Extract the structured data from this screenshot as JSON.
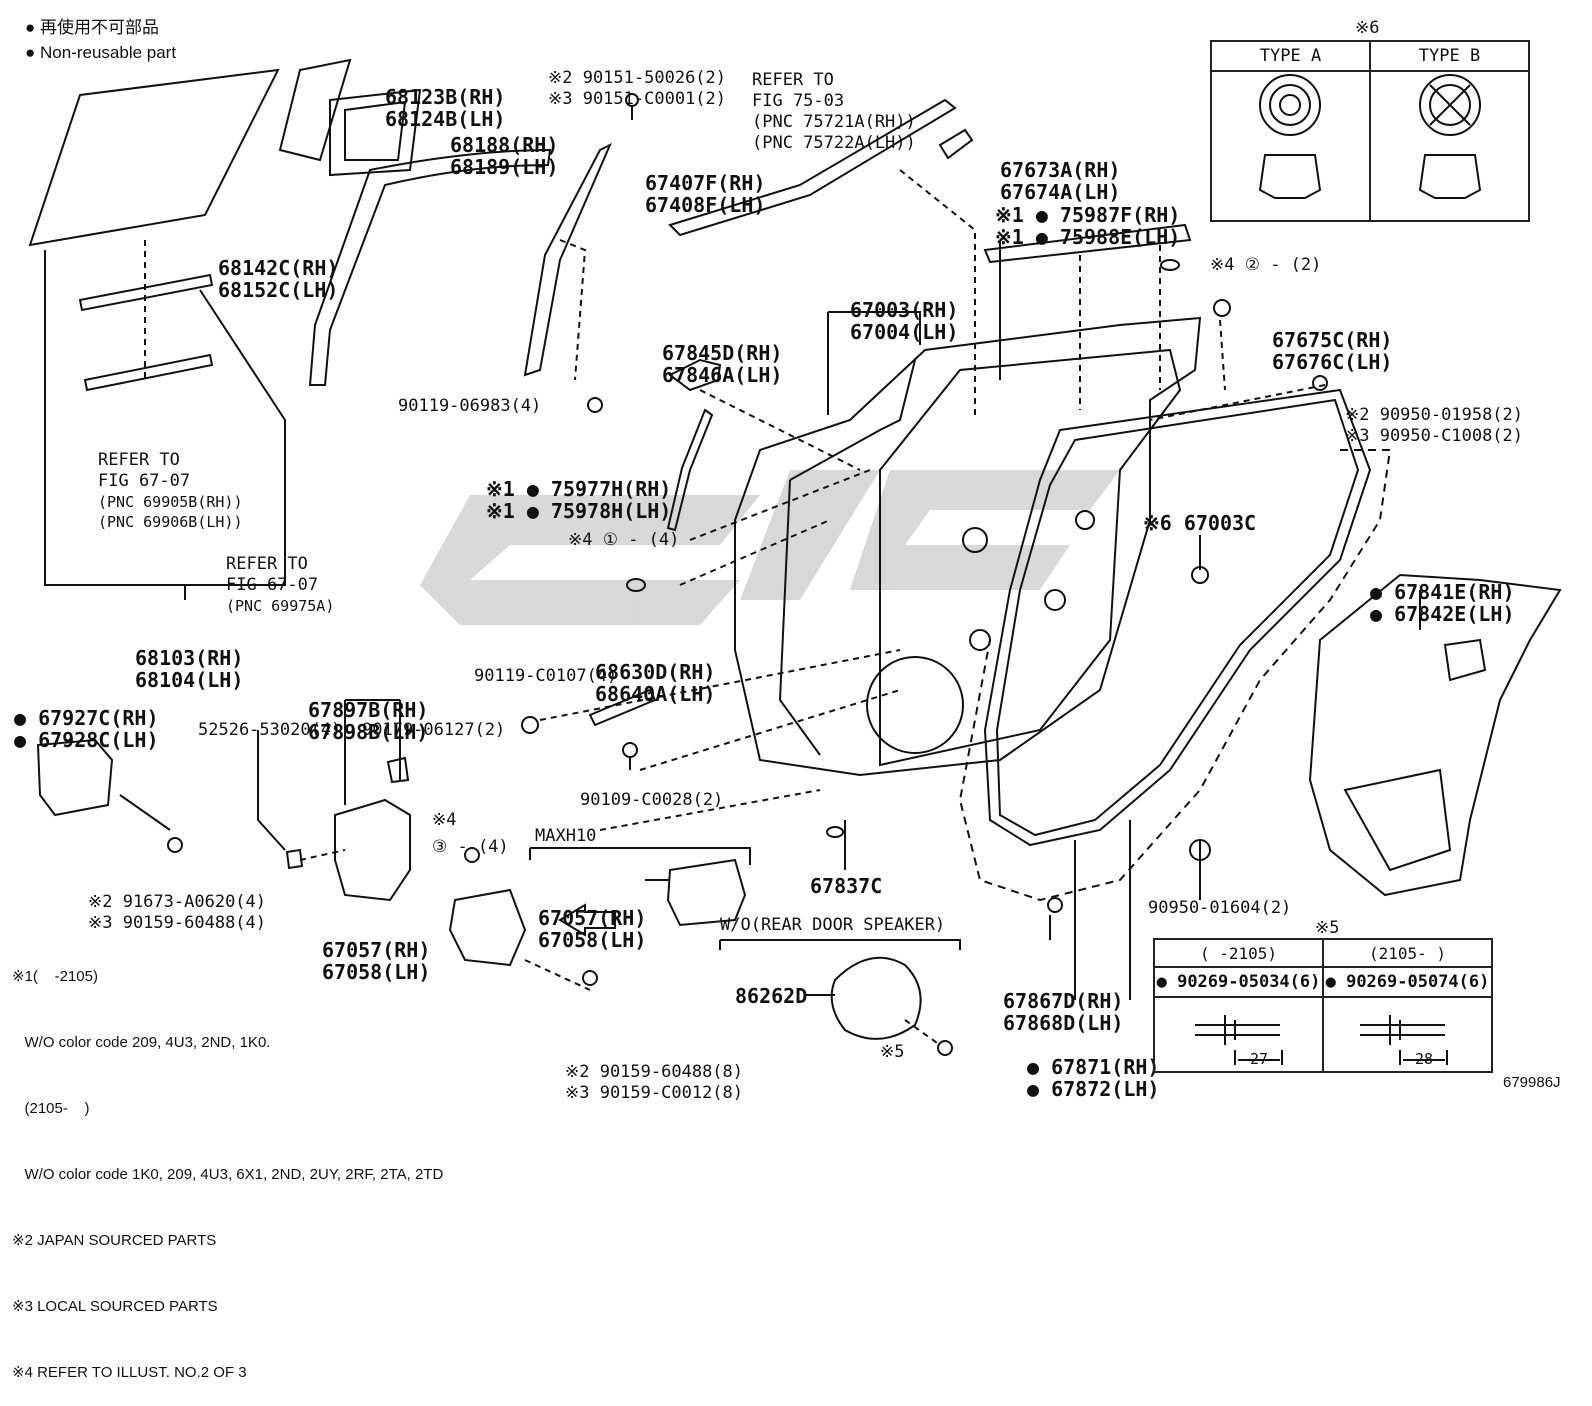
{
  "legend": {
    "jp": "● 再使用不可部品",
    "en": "● Non-reusable part"
  },
  "labels": {
    "p68123": [
      "68123B(RH)",
      "68124B(LH)"
    ],
    "p68188": [
      "68188(RH)",
      "68189(LH)"
    ],
    "p68142": [
      "68142C(RH)",
      "68152C(LH)"
    ],
    "ref6907": [
      "REFER TO",
      "FIG 67-07",
      "(PNC 69905B(RH))",
      "(PNC 69906B(LH))"
    ],
    "ref69975": [
      "REFER TO",
      "FIG 67-07",
      "(PNC 69975A)"
    ],
    "p68103": [
      "68103(RH)",
      "68104(LH)"
    ],
    "p90151": [
      "※2 90151-50026(2)",
      "※3 90151-C0001(2)"
    ],
    "ref7503": [
      "REFER TO",
      "FIG 75-03",
      "(PNC 75721A(RH))",
      "(PNC 75722A(LH))"
    ],
    "p67407": [
      "67407F(RH)",
      "67408F(LH)"
    ],
    "p67673": [
      "67673A(RH)",
      "67674A(LH)"
    ],
    "p75987": [
      "※1 ● 75987F(RH)",
      "※1 ● 75988E(LH)"
    ],
    "note4_2": "※4 ② - (2)",
    "p67003": [
      "67003(RH)",
      "67004(LH)"
    ],
    "p67675": [
      "67675C(RH)",
      "67676C(LH)"
    ],
    "p67845": [
      "67845D(RH)",
      "67846A(LH)"
    ],
    "p90950a": [
      "※2 90950-01958(2)",
      "※3 90950-C1008(2)"
    ],
    "p90119a": "90119-06983(4)",
    "p75977": [
      "※1 ● 75977H(RH)",
      "※1 ● 75978H(LH)"
    ],
    "note4_1": "※4 ① - (4)",
    "p67003c": "※6 67003C",
    "p67841": [
      "● 67841E(RH)",
      "● 67842E(LH)"
    ],
    "p68630": [
      "68630D(RH)",
      "68640A(LH)"
    ],
    "p67927": [
      "● 67927C(RH)",
      "● 67928C(LH)"
    ],
    "p67897": [
      "67897B(RH)",
      "67898B(LH)"
    ],
    "p90119b": "90119-C0107(4)",
    "p52526": "52526-53020(4)",
    "p90179": "90179-06127(2)",
    "p90109": "90109-C0028(2)",
    "note4_3": [
      "※4",
      "③ - (4)"
    ],
    "maxh10": "MAXH10",
    "p67057a": [
      "67057(RH)",
      "67058(LH)"
    ],
    "p67057b": [
      "67057(RH)",
      "67058(LH)"
    ],
    "p67837": "67837C",
    "p90950b": "90950-01604(2)",
    "p91673": [
      "※2 91673-A0620(4)",
      "※3 90159-60488(4)"
    ],
    "wo_speaker": "W/O(REAR DOOR SPEAKER)",
    "p67867": [
      "67867D(RH)",
      "67868D(LH)"
    ],
    "p86262": "86262D",
    "p67871": [
      "● 67871(RH)",
      "● 67872(LH)"
    ],
    "p90159": [
      "※2 90159-60488(8)",
      "※3 90159-C0012(8)"
    ],
    "note5": "※5",
    "diagram_id": "679986J"
  },
  "footnotes": [
    "※1(    -2105)",
    "   W/O color code 209, 4U3, 2ND, 1K0.",
    "   (2105-    )",
    "   W/O color code 1K0, 209, 4U3, 6X1, 2ND, 2UY, 2RF, 2TA, 2TD",
    "※2 JAPAN SOURCED PARTS",
    "※3 LOCAL SOURCED PARTS",
    "※4 REFER TO ILLUST. NO.2 OF 3"
  ],
  "table6": {
    "mark": "※6",
    "type_a": "TYPE A",
    "type_b": "TYPE B"
  },
  "table5": {
    "mark": "※5",
    "col1_header": "(    -2105)",
    "col2_header": "(2105-    )",
    "col1_part": "● 90269-05034(6)",
    "col2_part": "● 90269-05074(6)",
    "col1_dim": "27",
    "col2_dim": "28"
  },
  "colors": {
    "line": "#111111",
    "watermark": "#cfcfcf",
    "background": "#ffffff"
  }
}
